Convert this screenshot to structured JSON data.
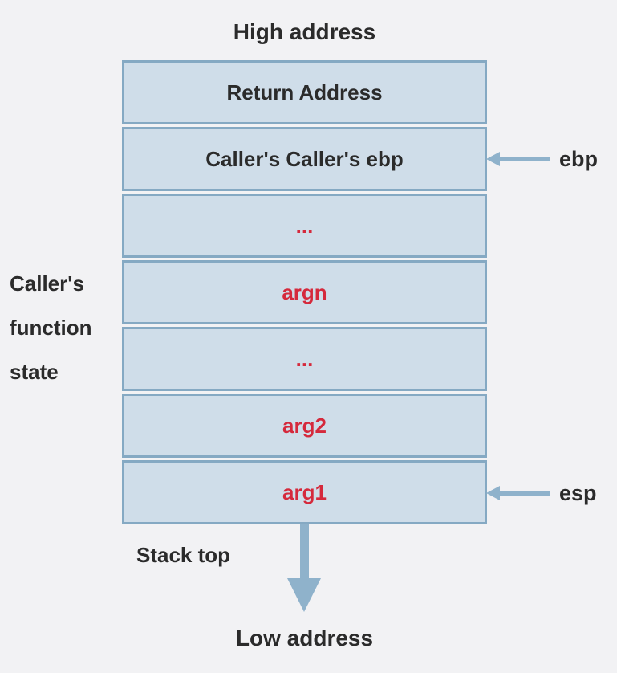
{
  "title_top": "High address",
  "title_bottom": "Low address",
  "stack": {
    "rows": [
      {
        "label": "Return Address",
        "color": "dark"
      },
      {
        "label": "Caller's Caller's ebp",
        "color": "dark"
      },
      {
        "label": "...",
        "color": "red"
      },
      {
        "label": "argn",
        "color": "red"
      },
      {
        "label": "...",
        "color": "red"
      },
      {
        "label": "arg2",
        "color": "red"
      },
      {
        "label": "arg1",
        "color": "red"
      }
    ]
  },
  "side_label": {
    "lines": [
      "Caller's",
      "function",
      "state"
    ]
  },
  "pointers": [
    {
      "label": "ebp"
    },
    {
      "label": "esp"
    }
  ],
  "stack_top_label": "Stack top",
  "colors": {
    "bg": "#f2f2f4",
    "box-fill": "#cfdde9",
    "box-border": "#85a9c3",
    "arrow": "#8fb2cb",
    "dark-text": "#2b2b2b",
    "red-text": "#d5293c"
  }
}
